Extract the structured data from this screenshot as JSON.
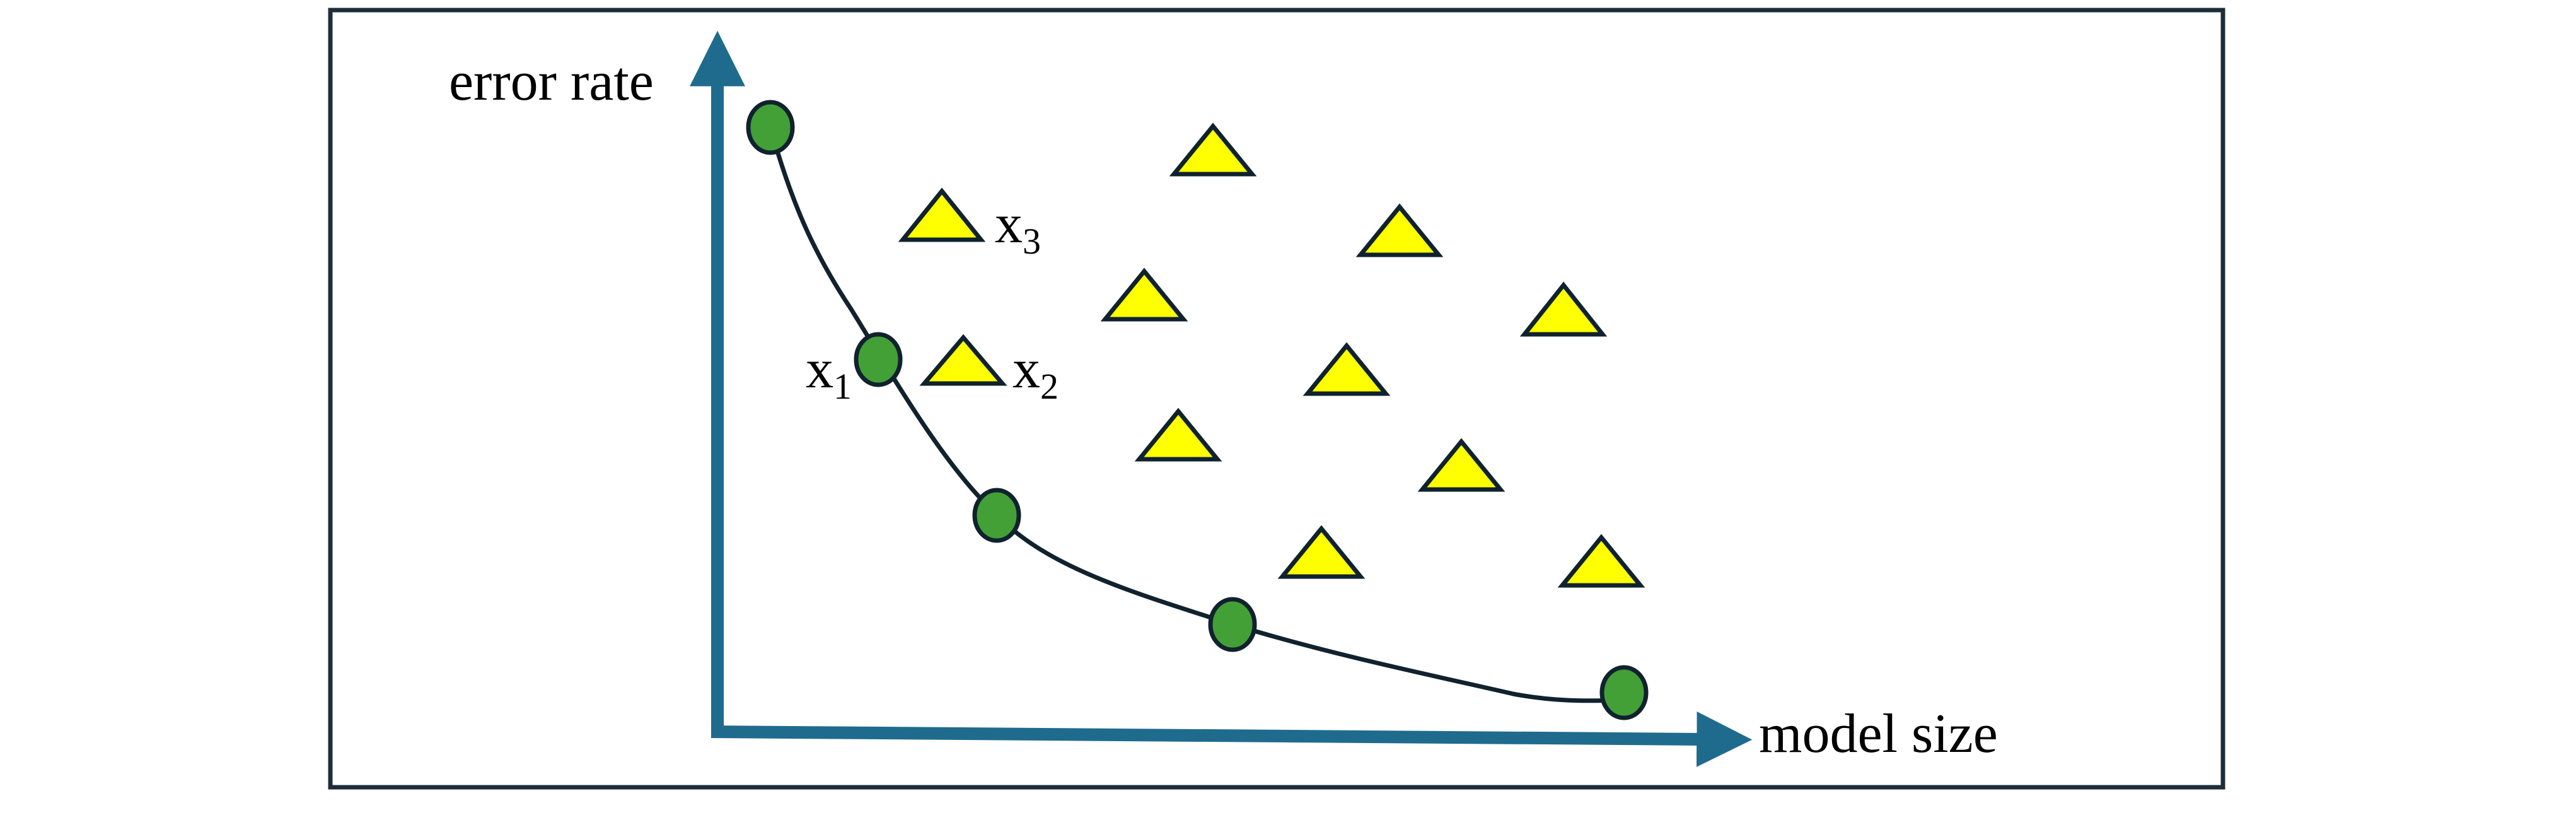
{
  "axes": {
    "y_label": "error rate",
    "x_label": "model size"
  },
  "point_labels": {
    "x1": {
      "base": "x",
      "sub": "1"
    },
    "x2": {
      "base": "x",
      "sub": "2"
    },
    "x3": {
      "base": "x",
      "sub": "3"
    }
  },
  "colors": {
    "axis": "#1f6b8e",
    "frame": "#1f2d3a",
    "curve": "#10222e",
    "pareto_fill": "#43a036",
    "dominated_fill": "#ffff00",
    "outline": "#10222e"
  },
  "legend_semantics": {
    "circles": "pareto-optimal-points",
    "triangles": "dominated-points"
  }
}
